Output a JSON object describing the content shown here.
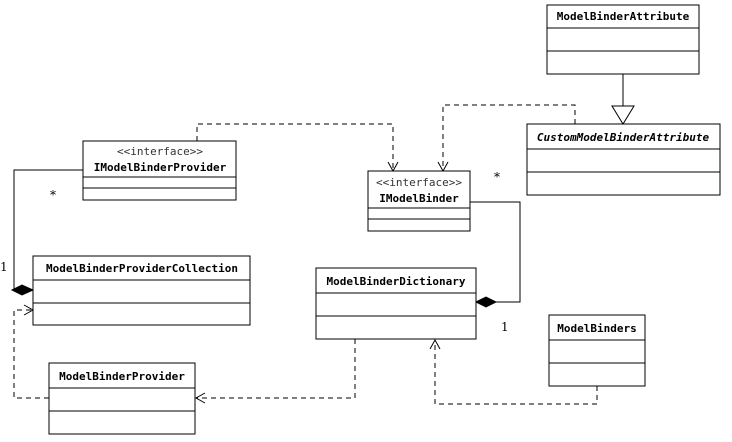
{
  "classes": {
    "model_binder_attribute": {
      "name": "ModelBinderAttribute"
    },
    "custom_model_binder_attribute": {
      "name": "CustomModelBinderAttribute"
    },
    "imodel_binder_provider": {
      "stereotype": "<<interface>>",
      "name": "IModelBinderProvider"
    },
    "imodel_binder": {
      "stereotype": "<<interface>>",
      "name": "IModelBinder"
    },
    "model_binder_provider_collection": {
      "name": "ModelBinderProviderCollection"
    },
    "model_binder_dictionary": {
      "name": "ModelBinderDictionary"
    },
    "model_binders": {
      "name": "ModelBinders"
    },
    "model_binder_provider": {
      "name": "ModelBinderProvider"
    }
  },
  "multiplicities": {
    "provider_many": "*",
    "provider_collection_one": "1",
    "binder_many": "*",
    "dictionary_one": "1"
  }
}
